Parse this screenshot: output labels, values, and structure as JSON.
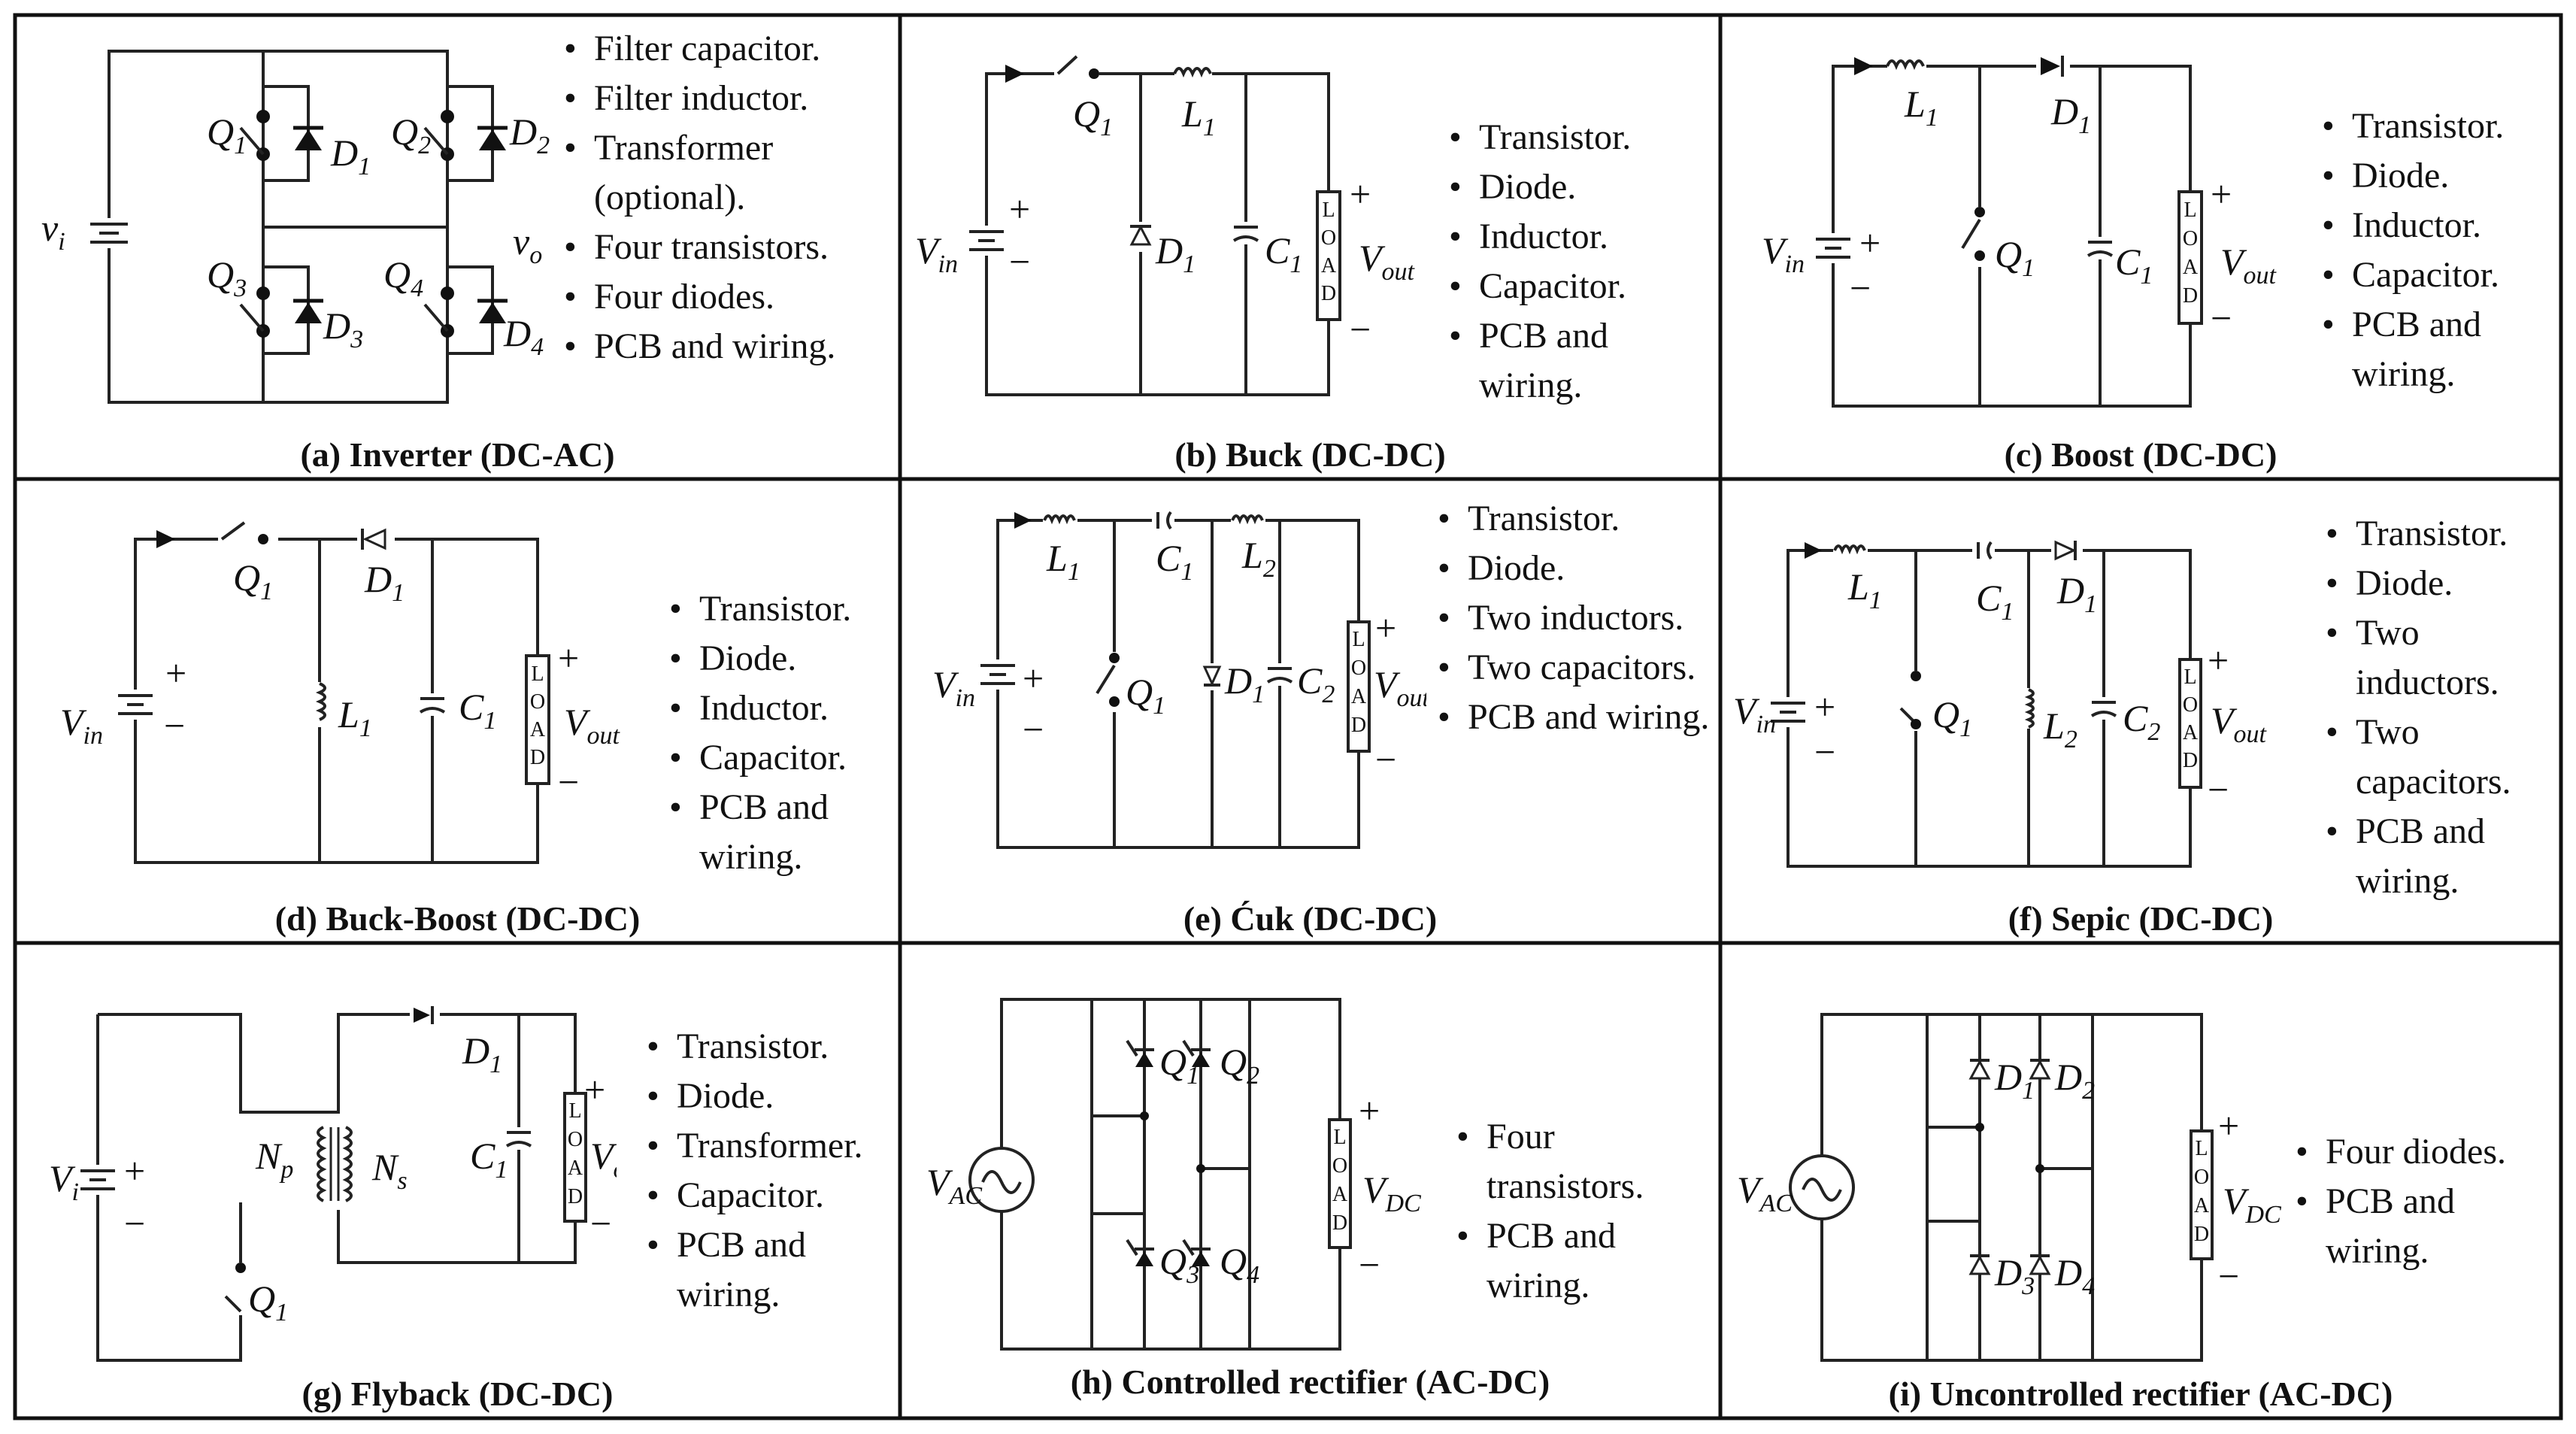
{
  "panels": {
    "a": {
      "caption": "(a) Inverter (DC-AC)",
      "parts": [
        "Filter capacitor.",
        "Filter inductor.",
        "Transformer (optional).",
        "Four transistors.",
        "Four diodes.",
        "PCB and wiring."
      ],
      "labels": {
        "vi": "v",
        "vi_sub": "i",
        "vo": "v",
        "vo_sub": "o",
        "q1": "Q",
        "q1s": "1",
        "q2": "Q",
        "q2s": "2",
        "q3": "Q",
        "q3s": "3",
        "q4": "Q",
        "q4s": "4",
        "d1": "D",
        "d1s": "1",
        "d2": "D",
        "d2s": "2",
        "d3": "D",
        "d3s": "3",
        "d4": "D",
        "d4s": "4"
      }
    },
    "b": {
      "caption": "(b) Buck (DC-DC)",
      "parts": [
        "Transistor.",
        "Diode.",
        "Inductor.",
        "Capacitor.",
        "PCB and wiring."
      ],
      "labels": {
        "q1": "Q",
        "q1s": "1",
        "l1": "L",
        "l1s": "1",
        "d1": "D",
        "d1s": "1",
        "c1": "C",
        "c1s": "1",
        "vin": "V",
        "vins": "in",
        "vout": "V",
        "vouts": "out",
        "plus": "+",
        "minus": "−",
        "load": "LOAD"
      }
    },
    "c": {
      "caption": "(c) Boost (DC-DC)",
      "parts": [
        "Transistor.",
        "Diode.",
        "Inductor.",
        "Capacitor.",
        "PCB and wiring."
      ],
      "labels": {
        "l1": "L",
        "l1s": "1",
        "d1": "D",
        "d1s": "1",
        "q1": "Q",
        "q1s": "1",
        "c1": "C",
        "c1s": "1",
        "vin": "V",
        "vins": "in",
        "vout": "V",
        "vouts": "out",
        "plus": "+",
        "minus": "−",
        "load": "LOAD"
      }
    },
    "d": {
      "caption": "(d) Buck-Boost (DC-DC)",
      "parts": [
        "Transistor.",
        "Diode.",
        "Inductor.",
        "Capacitor.",
        "PCB and wiring."
      ],
      "labels": {
        "q1": "Q",
        "q1s": "1",
        "d1": "D",
        "d1s": "1",
        "l1": "L",
        "l1s": "1",
        "c1": "C",
        "c1s": "1",
        "vin": "V",
        "vins": "in",
        "vout": "V",
        "vouts": "out",
        "plus": "+",
        "minus": "−",
        "load": "LOAD"
      }
    },
    "e": {
      "caption": "(e) Ćuk  (DC-DC)",
      "parts": [
        "Transistor.",
        "Diode.",
        "Two inductors.",
        "Two capacitors.",
        "PCB and wiring."
      ],
      "labels": {
        "l1": "L",
        "l1s": "1",
        "c1": "C",
        "c1s": "1",
        "l2": "L",
        "l2s": "2",
        "q1": "Q",
        "q1s": "1",
        "d1": "D",
        "d1s": "1",
        "c2": "C",
        "c2s": "2",
        "vin": "V",
        "vins": "in",
        "vout": "V",
        "vouts": "out",
        "plus": "+",
        "minus": "−",
        "load": "LOAD"
      }
    },
    "f": {
      "caption": "(f) Sepic (DC-DC)",
      "parts": [
        "Transistor.",
        "Diode.",
        "Two inductors.",
        "Two capacitors.",
        "PCB and wiring."
      ],
      "labels": {
        "l1": "L",
        "l1s": "1",
        "c1": "C",
        "c1s": "1",
        "d1": "D",
        "d1s": "1",
        "q1": "Q",
        "q1s": "1",
        "l2": "L",
        "l2s": "2",
        "c2": "C",
        "c2s": "2",
        "vin": "V",
        "vins": "in",
        "vout": "V",
        "vouts": "out",
        "plus": "+",
        "minus": "−",
        "load": "LOAD"
      }
    },
    "g": {
      "caption": "(g) Flyback (DC-DC)",
      "parts": [
        "Transistor.",
        "Diode.",
        "Transformer.",
        "Capacitor.",
        "PCB and wiring."
      ],
      "labels": {
        "d1": "D",
        "d1s": "1",
        "c1": "C",
        "c1s": "1",
        "np": "N",
        "nps": "p",
        "ns": "N",
        "nss": "s",
        "q1": "Q",
        "q1s": "1",
        "vi": "V",
        "vis": "i",
        "vo": "V",
        "vos": "o",
        "plus": "+",
        "minus": "−",
        "load": "LOAD"
      }
    },
    "h": {
      "caption": "(h) Controlled rectifier (AC-DC)",
      "parts": [
        "Four transistors.",
        "PCB and wiring."
      ],
      "labels": {
        "q1": "Q",
        "q1s": "1",
        "q2": "Q",
        "q2s": "2",
        "q3": "Q",
        "q3s": "3",
        "q4": "Q",
        "q4s": "4",
        "vac": "V",
        "vacs": "AC",
        "vdc": "V",
        "vdcs": "DC",
        "plus": "+",
        "minus": "−",
        "load": "LOAD"
      }
    },
    "i": {
      "caption": "(i) Uncontrolled rectifier (AC-DC)",
      "parts": [
        "Four diodes.",
        "PCB and wiring."
      ],
      "labels": {
        "d1": "D",
        "d1s": "1",
        "d2": "D",
        "d2s": "2",
        "d3": "D",
        "d3s": "3",
        "d4": "D",
        "d4s": "4",
        "vac": "V",
        "vacs": "AC",
        "vdc": "V",
        "vdcs": "DC",
        "plus": "+",
        "minus": "−",
        "load": "LOAD"
      }
    }
  }
}
